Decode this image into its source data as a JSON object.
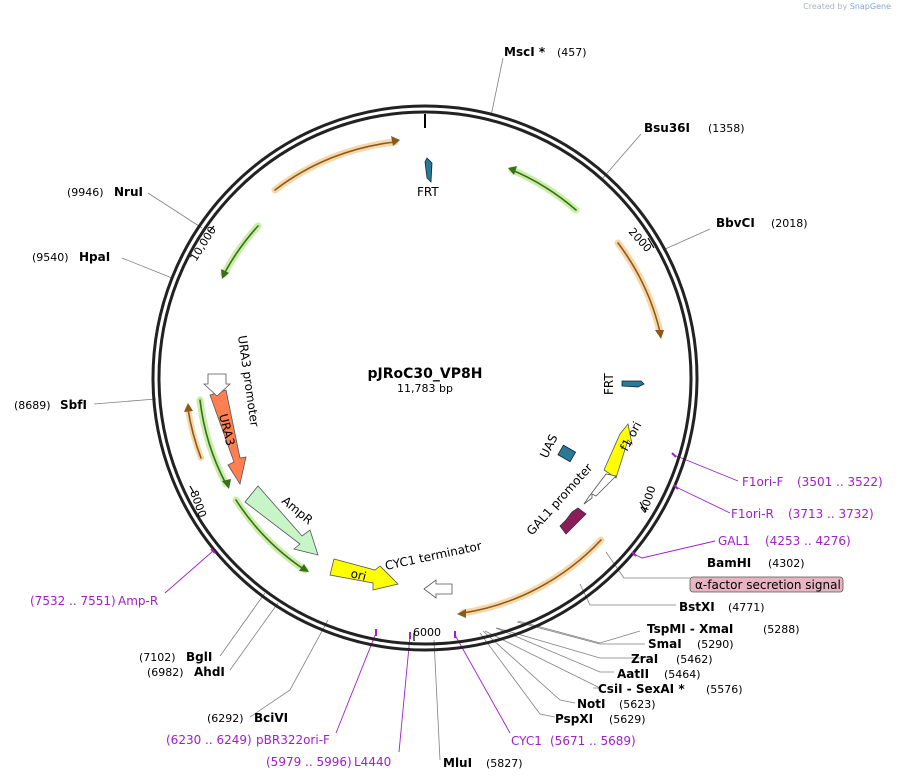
{
  "credit": {
    "prefix": "Created by",
    "brand": "SnapGene"
  },
  "plasmid": {
    "name": "pJRoC30_VP8H",
    "size": "11,783 bp"
  },
  "ticks": [
    "2000",
    "4000",
    "6000",
    "8000",
    "10,000"
  ],
  "sites": [
    {
      "id": "msci",
      "name": "MscI *",
      "pos": "(457)"
    },
    {
      "id": "bsu36i",
      "name": "Bsu36I",
      "pos": "(1358)"
    },
    {
      "id": "bbvci",
      "name": "BbvCI",
      "pos": "(2018)"
    },
    {
      "id": "bamhi",
      "name": "BamHI",
      "pos": "(4302)"
    },
    {
      "id": "bstxi",
      "name": "BstXI",
      "pos": "(4771)"
    },
    {
      "id": "tspmi",
      "name": "TspMI  - XmaI",
      "pos": "(5288)"
    },
    {
      "id": "smai",
      "name": "SmaI",
      "pos": "(5290)"
    },
    {
      "id": "zrai",
      "name": "ZraI",
      "pos": "(5462)"
    },
    {
      "id": "aatii",
      "name": "AatII",
      "pos": "(5464)"
    },
    {
      "id": "csii",
      "name": "CsiI  - SexAI *",
      "pos": "(5576)"
    },
    {
      "id": "noti",
      "name": "NotI",
      "pos": "(5623)"
    },
    {
      "id": "pspxi",
      "name": "PspXI",
      "pos": "(5629)"
    },
    {
      "id": "mlui",
      "name": "MluI",
      "pos": "(5827)"
    },
    {
      "id": "bcivi",
      "name": "BciVI",
      "pos": "(6292)"
    },
    {
      "id": "ahdi",
      "name": "AhdI",
      "pos": "(6982)"
    },
    {
      "id": "bgli",
      "name": "BglI",
      "pos": "(7102)"
    },
    {
      "id": "sbfi",
      "name": "SbfI",
      "pos": "(8689)"
    },
    {
      "id": "hpai",
      "name": "HpaI",
      "pos": "(9540)"
    },
    {
      "id": "nrui",
      "name": "NruI",
      "pos": "(9946)"
    }
  ],
  "primers": [
    {
      "id": "f1ori-f",
      "name": "F1ori-F",
      "range": "(3501 .. 3522)"
    },
    {
      "id": "f1ori-r",
      "name": "F1ori-R",
      "range": "(3713 .. 3732)"
    },
    {
      "id": "gal1",
      "name": "GAL1",
      "range": "(4253 .. 4276)"
    },
    {
      "id": "amp-r",
      "name": "Amp-R",
      "range": "(7532 .. 7551)"
    },
    {
      "id": "pbr322ori-f",
      "name": "pBR322ori-F",
      "range": "(6230 .. 6249)"
    },
    {
      "id": "l4440",
      "name": "L4440",
      "range": "(5979 .. 5996)"
    },
    {
      "id": "cyc1",
      "name": "CYC1",
      "range": "(5671 .. 5689)"
    }
  ],
  "features": {
    "frt_top": "FRT",
    "frt_right": "FRT",
    "uas": "UAS",
    "f1_ori": "f1 ori",
    "gal1_promoter": "GAL1 promoter",
    "alpha_factor": "α-factor secretion signal",
    "cyc1_terminator": "CYC1 terminator",
    "ori": "ori",
    "ampr": "AmpR",
    "ura3": "URA3",
    "ura3_promoter": "URA3 promoter"
  },
  "colors": {
    "backbone": "#222222",
    "primer": "#a020c8",
    "orange_feature": "#f0a040",
    "green_feature": "#5aa02c",
    "ori": "#ffff00",
    "ampr": "#c8f5c8",
    "ura3": "#ff7f50",
    "gal1_promoter": "#8b1e5a",
    "frt": "#2a7a96",
    "alpha_box": "#e8b4c4"
  }
}
